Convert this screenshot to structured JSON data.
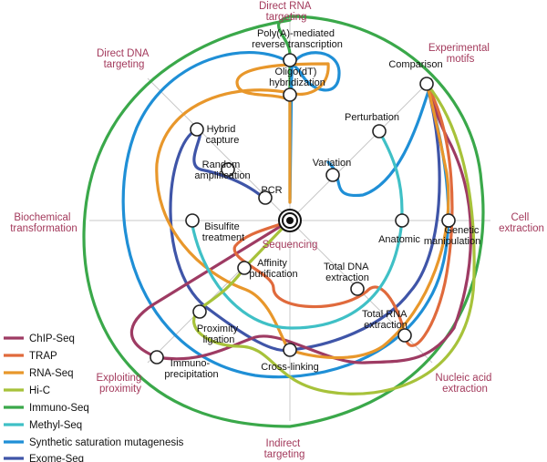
{
  "colors": {
    "chip": "#9e3b63",
    "trap": "#e06a3c",
    "rna": "#e8972b",
    "hic": "#a7c23a",
    "immuno": "#3aa84a",
    "methyl": "#3fc0c6",
    "ssm": "#1f8fd6",
    "exome": "#3f55a8",
    "category": "#a33a5c"
  },
  "categories": {
    "direct_rna": [
      "Direct RNA",
      "targeting"
    ],
    "direct_dna": [
      "Direct DNA",
      "targeting"
    ],
    "experimental": [
      "Experimental",
      "motifs"
    ],
    "biochemical": [
      "Biochemical",
      "transformation"
    ],
    "cell": [
      "Cell",
      "extraction"
    ],
    "proximity": [
      "Exploiting",
      "proximity"
    ],
    "nucleic": [
      "Nucleic acid",
      "extraction"
    ],
    "indirect": [
      "Indirect",
      "targeting"
    ]
  },
  "nodes": {
    "polya": [
      "Poly(A)-mediated",
      "reverse transcription"
    ],
    "oligo": [
      "Oligo(dT)",
      "hybridization"
    ],
    "comparison": [
      "Comparison"
    ],
    "hybrid": [
      "Hybrid",
      "capture"
    ],
    "perturbation": [
      "Perturbation"
    ],
    "random": [
      "Random",
      "amplification"
    ],
    "variation": [
      "Variation"
    ],
    "pcr": [
      "PCR"
    ],
    "bisulfite": [
      "Bisulfite",
      "treatment"
    ],
    "anatomic": [
      "Anatomic"
    ],
    "genetic": [
      "Genetic",
      "manipulation"
    ],
    "affinity": [
      "Affinity",
      "purification"
    ],
    "totaldna": [
      "Total DNA",
      "extraction"
    ],
    "totalrna": [
      "Total RNA",
      "extraction"
    ],
    "proximity_ligation": [
      "Proximity",
      "ligation"
    ],
    "immunoprecipitation": [
      "Immuno-",
      "precipitation"
    ],
    "crosslinking": [
      "Cross-linking"
    ]
  },
  "center_label": "Sequencing",
  "legend": [
    {
      "label": "ChIP-Seq",
      "color": "#9e3b63"
    },
    {
      "label": "TRAP",
      "color": "#e06a3c"
    },
    {
      "label": "RNA-Seq",
      "color": "#e8972b"
    },
    {
      "label": "Hi-C",
      "color": "#a7c23a"
    },
    {
      "label": "Immuno-Seq",
      "color": "#3aa84a"
    },
    {
      "label": "Methyl-Seq",
      "color": "#3fc0c6"
    },
    {
      "label": "Synthetic saturation mutagenesis",
      "color": "#1f8fd6"
    },
    {
      "label": "Exome-Seq",
      "color": "#3f55a8"
    }
  ]
}
